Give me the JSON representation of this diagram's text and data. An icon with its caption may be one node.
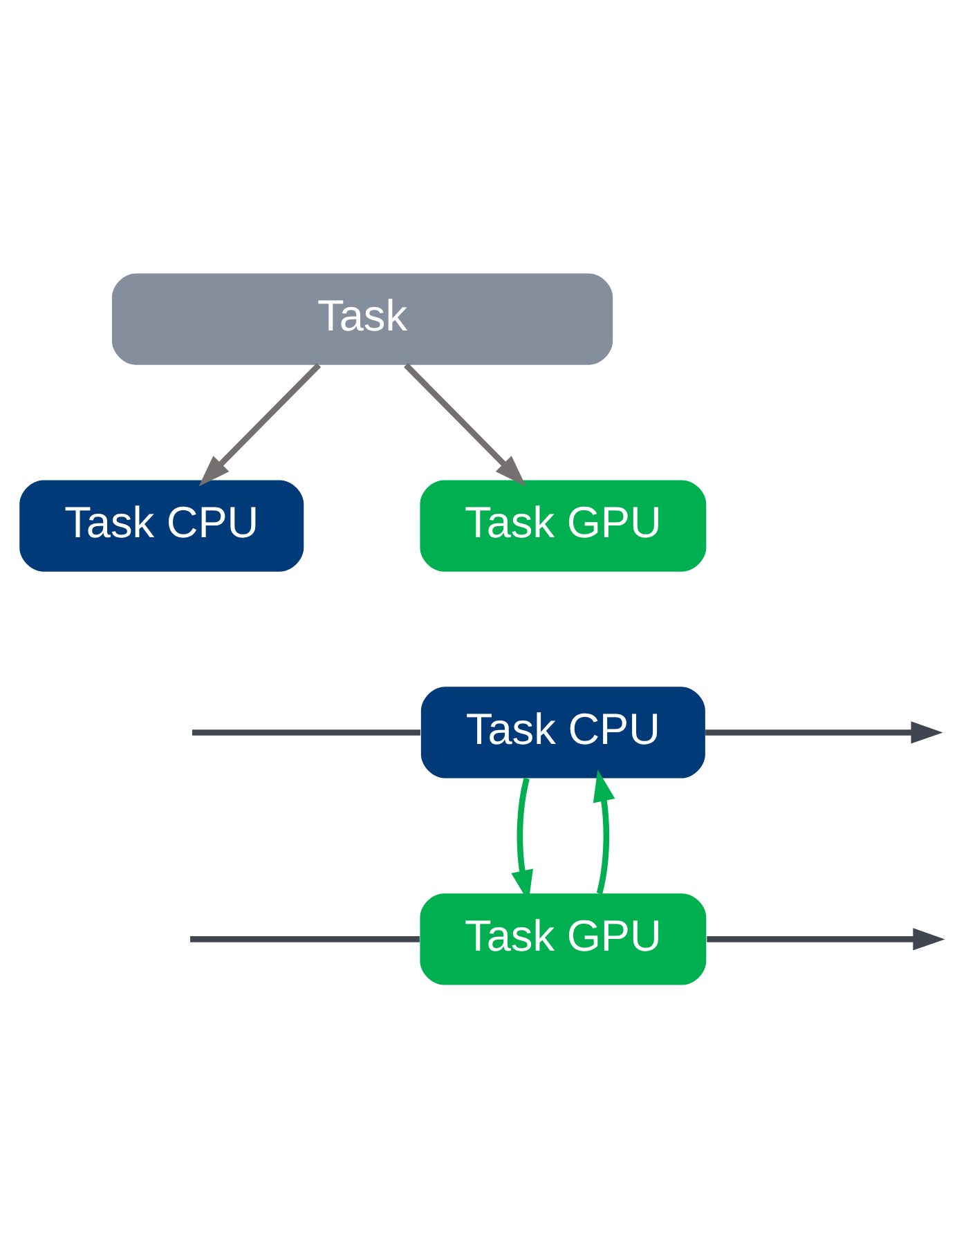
{
  "diagram": {
    "nodes": [
      {
        "text": [
          "Task"
        ]
      },
      {
        "text": [
          "Task CPU"
        ]
      },
      {
        "text": [
          "Task GPU"
        ]
      },
      {
        "text": [
          "Task CPU"
        ]
      },
      {
        "text": [
          "Task GPU"
        ]
      }
    ],
    "edges": [
      {
        "from": 0,
        "to": 1,
        "arrow": "to",
        "color": "#757070"
      },
      {
        "from": 0,
        "to": 2,
        "arrow": "to",
        "color": "#757070"
      },
      {
        "from": null,
        "to": 3,
        "arrow": "none"
      },
      {
        "from": 3,
        "to": null,
        "arrow": "to"
      },
      {
        "from": null,
        "to": 4,
        "arrow": "none"
      },
      {
        "from": 4,
        "to": null,
        "arrow": "to"
      },
      {
        "from": 3,
        "to": 4,
        "arrow": "to",
        "color": "#00b050"
      },
      {
        "from": 4,
        "to": 3,
        "arrow": "to",
        "color": "#00b050"
      }
    ]
  }
}
